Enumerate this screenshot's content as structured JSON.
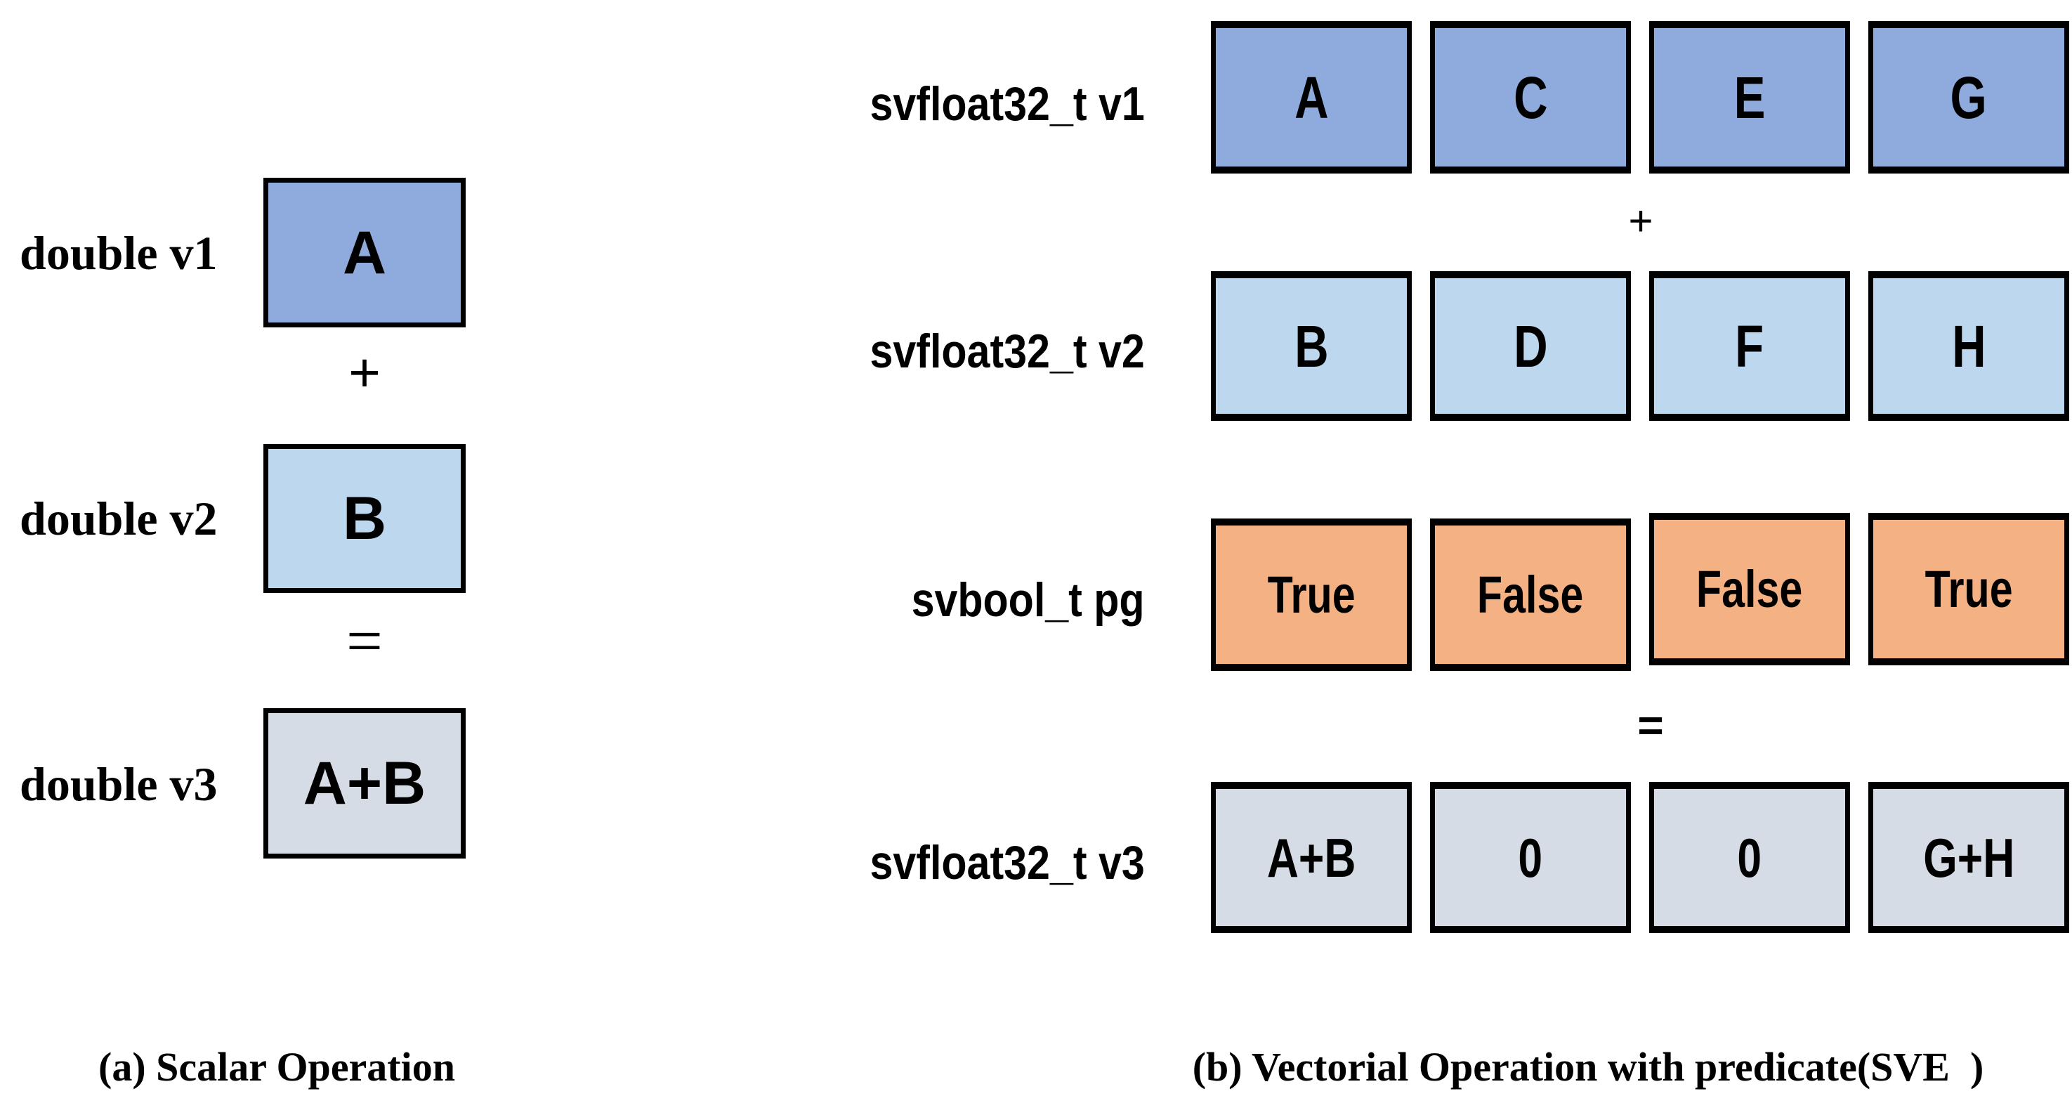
{
  "colors": {
    "operand1_blue": "#8FAADC",
    "operand2_lightblue": "#BDD7EE",
    "predicate_orange": "#F4B183",
    "result_gray": "#D6DCE5",
    "border_black": "#000000",
    "background_white": "#FFFFFF"
  },
  "left_diagram": {
    "row1_label": "double v1",
    "row1_value": "A",
    "plus": "+",
    "row2_label": "double v2",
    "row2_value": "B",
    "equals": "=",
    "row3_label": "double v3",
    "row3_value": "A+B",
    "caption": "(a) Scalar Operation"
  },
  "right_diagram": {
    "row1_label": "svfloat32_t v1",
    "row1_cells": [
      "A",
      "C",
      "E",
      "G"
    ],
    "plus": "+",
    "row2_label": "svfloat32_t v2",
    "row2_cells": [
      "B",
      "D",
      "F",
      "H"
    ],
    "row3_label": "svbool_t pg",
    "row3_cells": [
      "True",
      "False",
      "False",
      "True"
    ],
    "equals": "=",
    "row4_label": "svfloat32_t v3",
    "row4_cells": [
      "A+B",
      "0",
      "0",
      "G+H"
    ],
    "caption": "(b) Vectorial Operation with predicate(SVE  )"
  }
}
